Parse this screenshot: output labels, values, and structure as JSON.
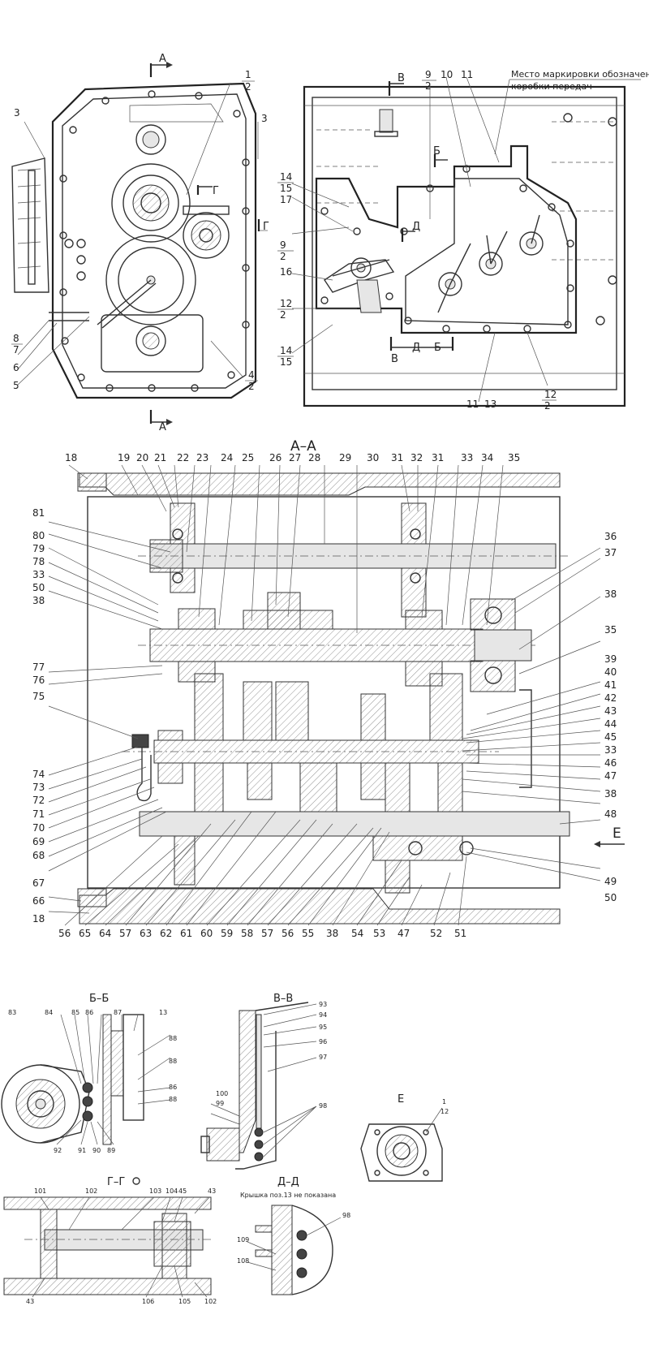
{
  "views": {
    "a_a": {
      "title": "А–А",
      "top_arrow": "А",
      "bottom_arrow": "А"
    },
    "b_b": {
      "title": "Б–Б"
    },
    "v_v": {
      "title": "В–В"
    },
    "g_g": {
      "title": "Г–Г"
    },
    "d_d": {
      "title": "Д–Д",
      "note": "Крышка поз.13 не показана"
    },
    "e": {
      "title": "Е"
    }
  },
  "notes": {
    "marking_line1": "Место маркировки обозначения",
    "marking_line2": "коробки передач"
  },
  "section_marks": {
    "top_right": [
      "В",
      "Б",
      "Д",
      "В",
      "Д",
      "Б"
    ],
    "top_left_g": "Г",
    "e_arrow": "Е"
  },
  "callouts": {
    "front_view": [
      "1",
      "2",
      "3",
      "3",
      "8",
      "7",
      "6",
      "5",
      "4",
      "2"
    ],
    "side_view": [
      "9",
      "2",
      "10",
      "11",
      "14",
      "15",
      "17",
      "9",
      "2",
      "16",
      "12",
      "2",
      "14",
      "15",
      "11",
      "13",
      "12",
      "2"
    ],
    "aa_top": [
      "18",
      "19",
      "20",
      "21",
      "22",
      "23",
      "24",
      "25",
      "26",
      "27",
      "28",
      "29",
      "30",
      "31",
      "32",
      "31",
      "33",
      "34",
      "35"
    ],
    "aa_right": [
      "36",
      "37",
      "38",
      "35",
      "39",
      "40",
      "41",
      "42",
      "43",
      "44",
      "45",
      "33",
      "46",
      "47",
      "38",
      "48",
      "49",
      "50"
    ],
    "aa_left": [
      "81",
      "80",
      "79",
      "78",
      "33",
      "50",
      "38",
      "77",
      "76",
      "75",
      "74",
      "73",
      "72",
      "71",
      "70",
      "69",
      "68",
      "67",
      "66",
      "18"
    ],
    "aa_bottom": [
      "56",
      "65",
      "64",
      "57",
      "63",
      "62",
      "61",
      "60",
      "59",
      "58",
      "57",
      "56",
      "55",
      "38",
      "54",
      "53",
      "47",
      "52",
      "51"
    ],
    "bb": [
      "83",
      "84",
      "85",
      "86",
      "87",
      "13",
      "88",
      "88",
      "86",
      "88",
      "92",
      "91",
      "90",
      "89"
    ],
    "vv": [
      "93",
      "94",
      "95",
      "96",
      "97",
      "100",
      "99",
      "98"
    ],
    "e_view": [
      "1",
      "12"
    ],
    "gg": [
      "101",
      "102",
      "103",
      "104",
      "45",
      "43",
      "43",
      "106",
      "105",
      "102"
    ],
    "dd": [
      "98",
      "109",
      "108"
    ]
  }
}
